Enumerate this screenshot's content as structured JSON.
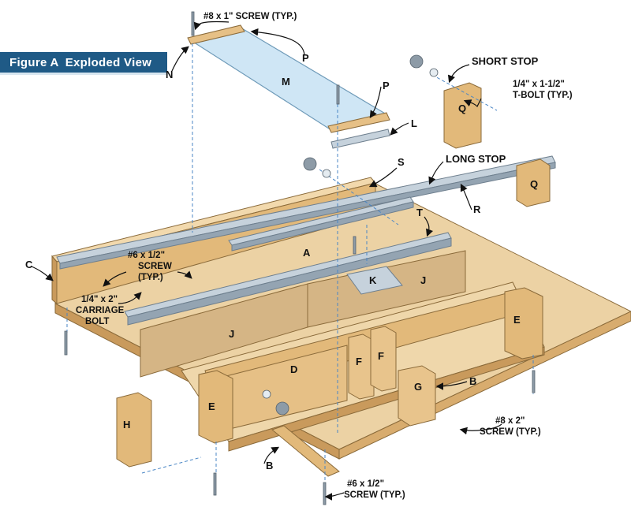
{
  "banner": {
    "figure": "Figure A",
    "title": "Exploded View"
  },
  "labels": {
    "screw8x1": "#8 x 1\" SCREW (TYP.)",
    "short_stop": "SHORT STOP",
    "tbolt_1": "1/4\" x 1-1/2\"",
    "tbolt_2": "T-BOLT (TYP.)",
    "long_stop": "LONG STOP",
    "screw6_1": "#6 x 1/2\"",
    "screw6_2": "SCREW",
    "screw6_3": "(TYP.)",
    "carriage_1": "1/4\" x 2\"",
    "carriage_2": "CARRIAGE",
    "carriage_3": "BOLT",
    "screw8x2_1": "#8 x 2\"",
    "screw8x2_2": "SCREW (TYP.)",
    "screw6b_1": "#6 x 1/2\"",
    "screw6b_2": "SCREW (TYP.)"
  },
  "parts": {
    "N": "N",
    "P1": "P",
    "P2": "P",
    "M": "M",
    "L": "L",
    "Q1": "Q",
    "Q2": "Q",
    "S": "S",
    "R": "R",
    "T": "T",
    "A": "A",
    "C": "C",
    "K": "K",
    "J1": "J",
    "J2": "J",
    "D": "D",
    "E1": "E",
    "E2": "E",
    "F1": "F",
    "F2": "F",
    "G": "G",
    "B1": "B",
    "B2": "B",
    "H": "H"
  },
  "colors": {
    "wood": "#e9c58f",
    "wood_dark": "#c99a5c",
    "wood_side": "#d8ac6e",
    "mdf": "#d9bc8f",
    "metal": "#aab9c6",
    "metal_dark": "#7e8f9e",
    "acrylic": "#cfe6f5",
    "banner": "#1f5a86",
    "dash": "#4a86c5"
  }
}
